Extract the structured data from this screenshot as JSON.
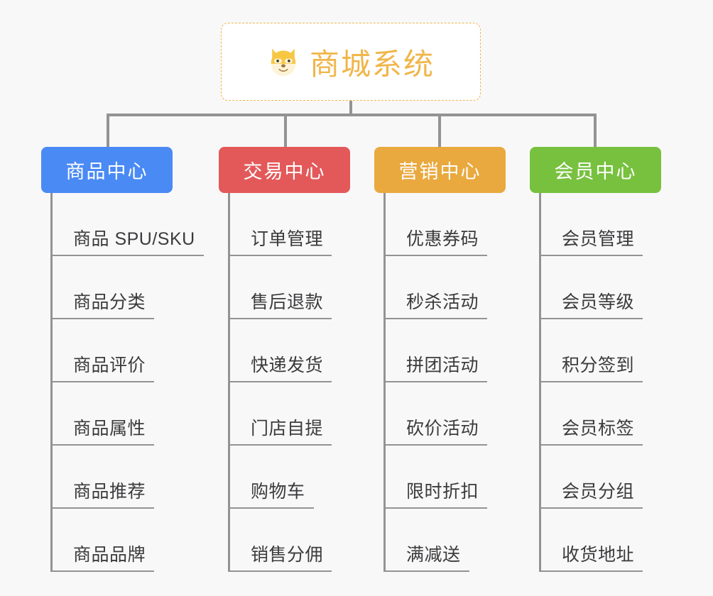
{
  "canvas": {
    "background": "#f8f8f9",
    "line_color": "#939393"
  },
  "root": {
    "title": "商城系统",
    "icon": "dog-face-icon",
    "emoji": "🐶",
    "accent": "#f0b64a",
    "border_style": "dashed",
    "background": "#ffffff"
  },
  "branches": [
    {
      "label": "商品中心",
      "color": "#4a8af4",
      "items": [
        "商品 SPU/SKU",
        "商品分类",
        "商品评价",
        "商品属性",
        "商品推荐",
        "商品品牌"
      ]
    },
    {
      "label": "交易中心",
      "color": "#e3595a",
      "items": [
        "订单管理",
        "售后退款",
        "快递发货",
        "门店自提",
        "购物车",
        "销售分佣"
      ]
    },
    {
      "label": "营销中心",
      "color": "#e9a93e",
      "items": [
        "优惠券码",
        "秒杀活动",
        "拼团活动",
        "砍价活动",
        "限时折扣",
        "满减送"
      ]
    },
    {
      "label": "会员中心",
      "color": "#77c13f",
      "items": [
        "会员管理",
        "会员等级",
        "积分签到",
        "会员标签",
        "会员分组",
        "收货地址"
      ]
    }
  ]
}
